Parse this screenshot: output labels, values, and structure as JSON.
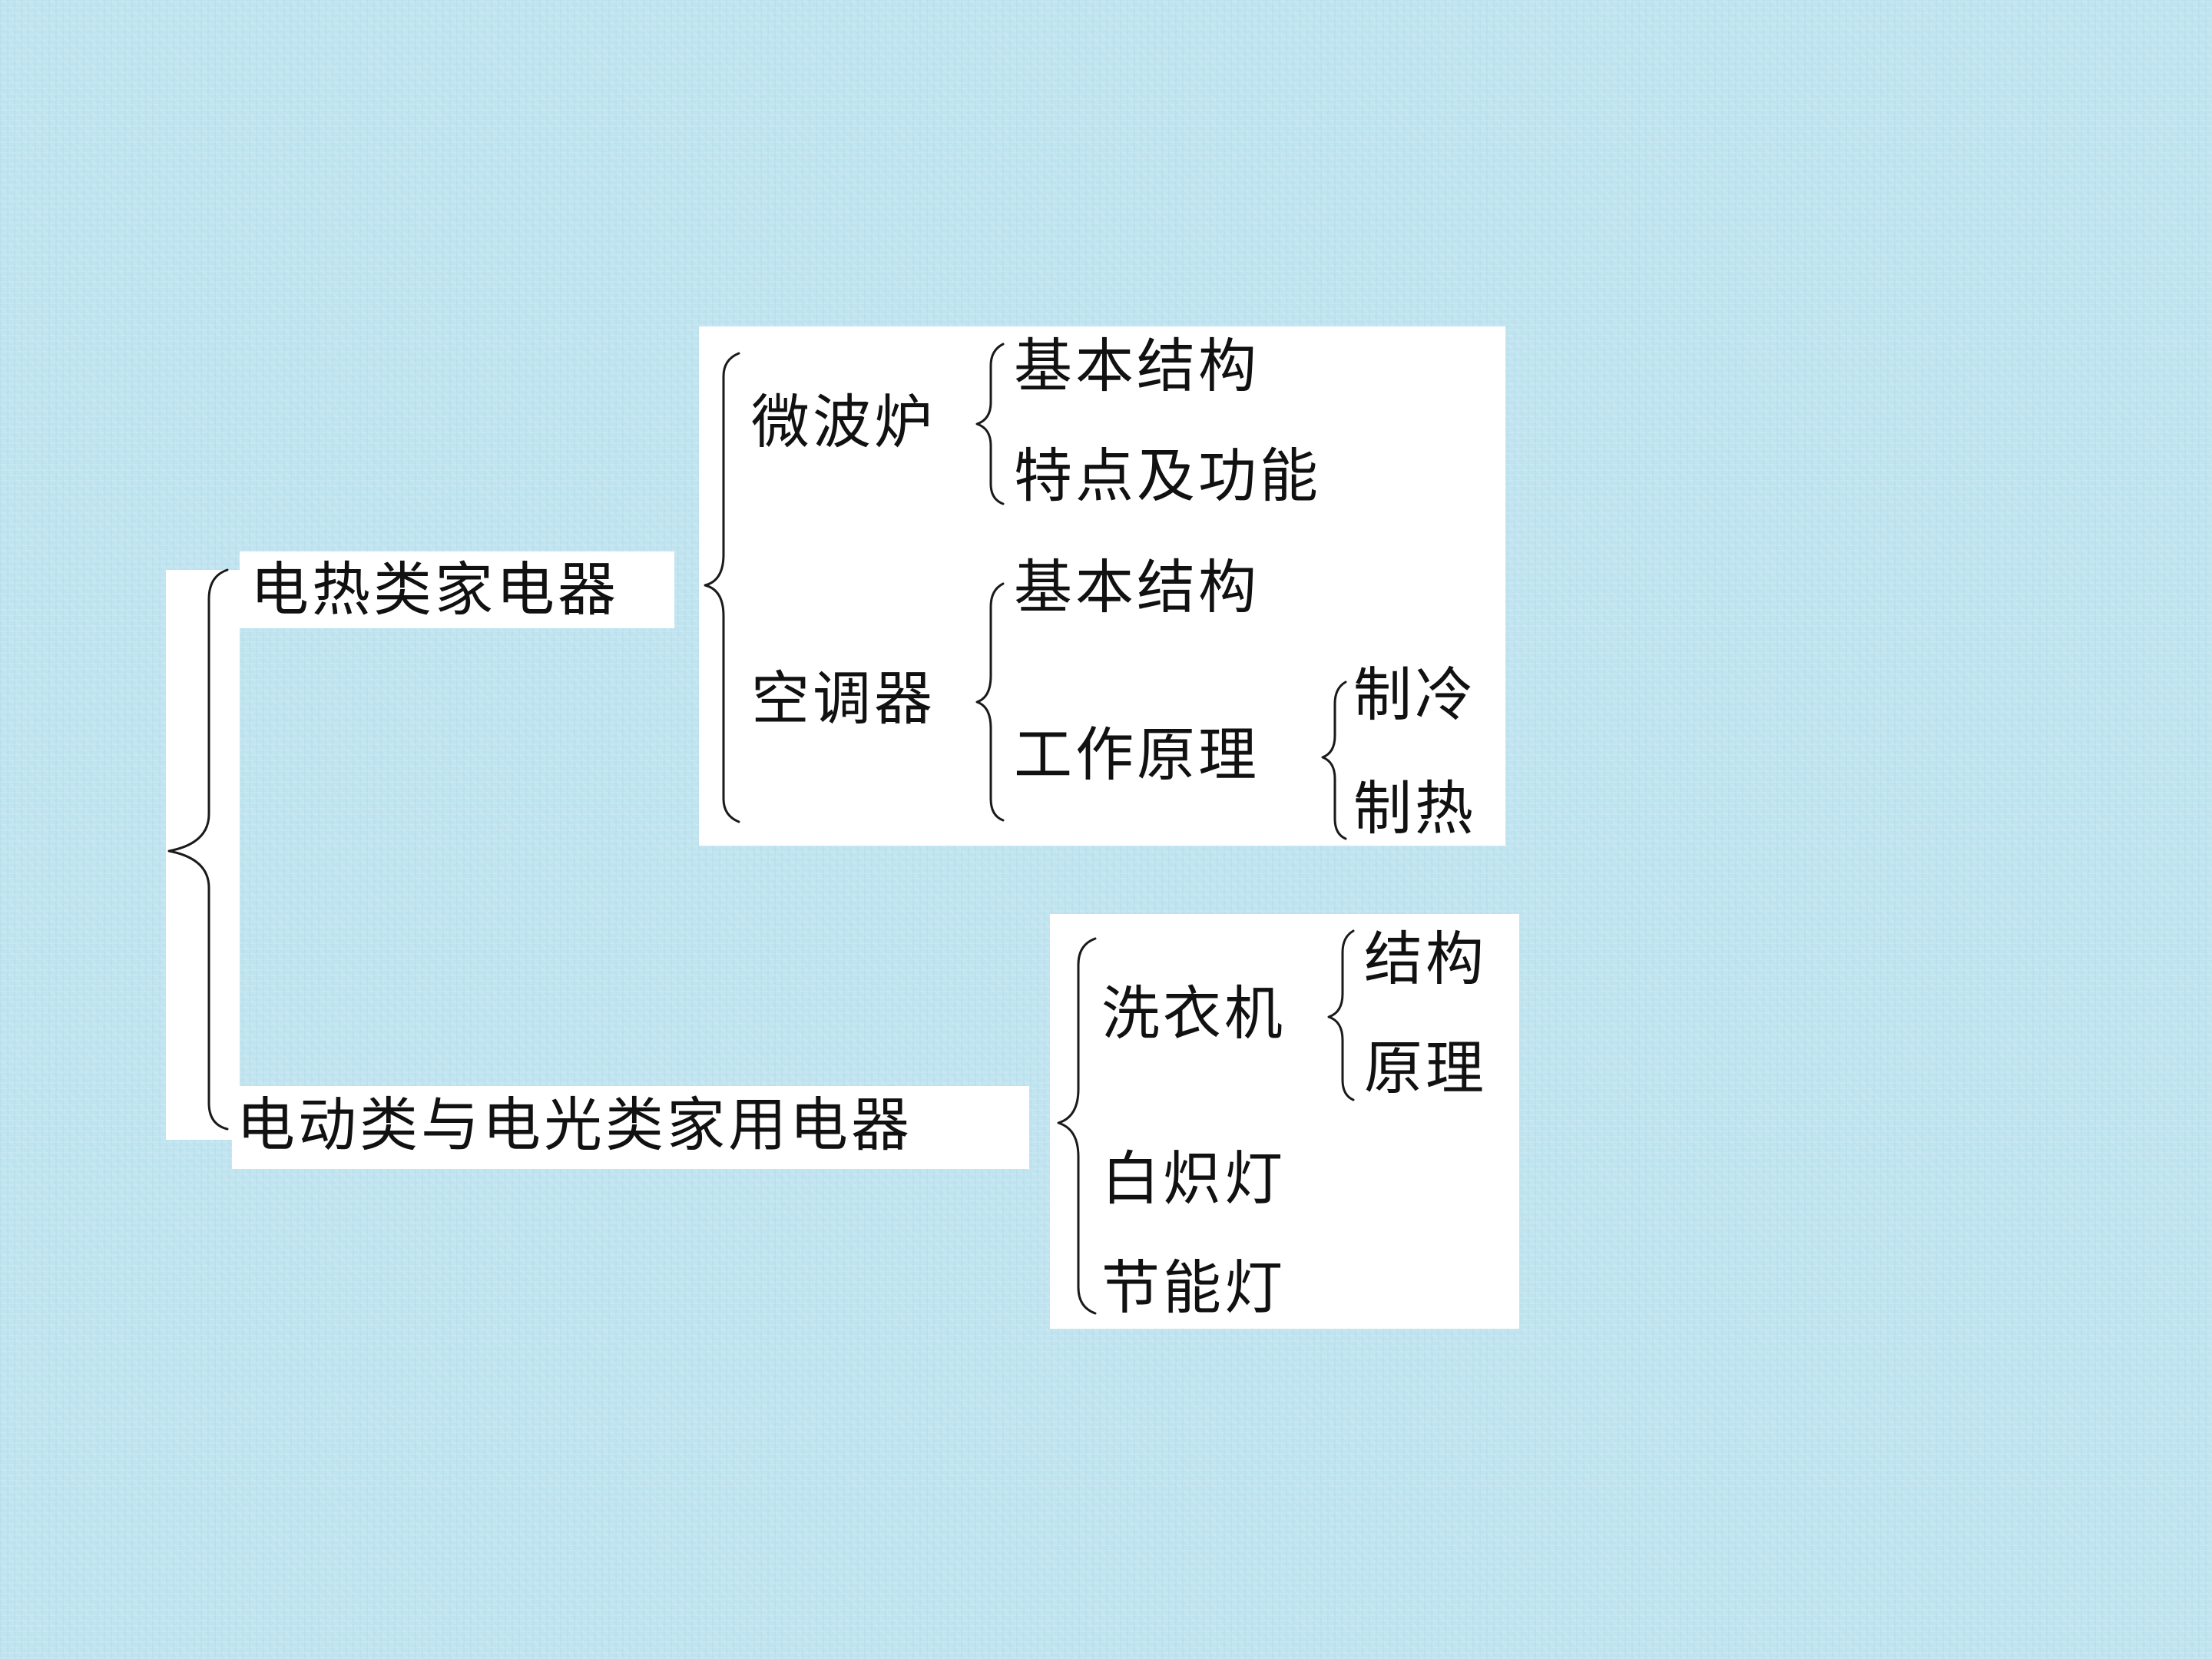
{
  "diagram": {
    "root_children": [
      {
        "label": "电热类家电器",
        "children": [
          {
            "label": "微波炉",
            "children": [
              "基本结构",
              "特点及功能"
            ]
          },
          {
            "label": "空调器",
            "children": [
              "基本结构",
              "工作原理"
            ],
            "sub": {
              "label": "工作原理",
              "children": [
                "制冷",
                "制热"
              ]
            }
          }
        ]
      },
      {
        "label": "电动类与电光类家用电器",
        "children": [
          {
            "label": "洗衣机",
            "children": [
              "结构",
              "原理"
            ]
          },
          {
            "label": "白炽灯"
          },
          {
            "label": "节能灯"
          }
        ]
      }
    ]
  },
  "colors": {
    "background": "#bfe4f0",
    "panel": "#ffffff",
    "text": "#111111",
    "bracket": "#1a1a1a"
  }
}
